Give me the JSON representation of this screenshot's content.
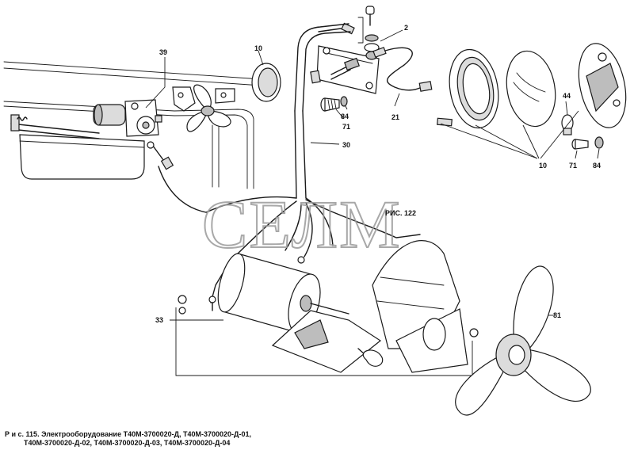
{
  "callouts": {
    "c39": "39",
    "c10a": "10",
    "c2": "2",
    "c84a": "84",
    "c71a": "71",
    "c21": "21",
    "c30": "30",
    "c44": "44",
    "c10b": "10",
    "c71b": "71",
    "c84b": "84",
    "c33": "33",
    "c81": "81"
  },
  "reference": "РИС. 122",
  "watermark": "СЕЛМ",
  "caption": {
    "line1": "Р и с.  115.  Электрооборудование  Т40М-3700020-Д,  Т40М-3700020-Д-01,",
    "line2": "Т40М-3700020-Д-02,  Т40М-3700020-Д-03,  Т40М-3700020-Д-04"
  }
}
